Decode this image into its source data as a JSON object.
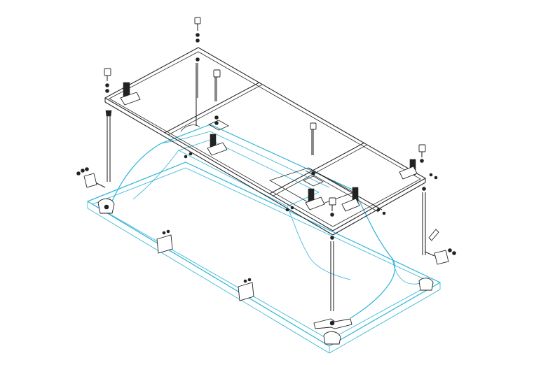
{
  "diagram": {
    "colors": {
      "frame": "#2a2a2a",
      "tub": "#2ab3d6",
      "background": "#ffffff"
    },
    "components": {
      "frame": "rectangular-support-frame",
      "tub": "bathtub-shell",
      "legs": "adjustable-support-legs",
      "brackets": "mounting-brackets",
      "bolts": "fixing-bolts",
      "clips": "wall-clips",
      "cross_foot": "center-cross-foot"
    }
  }
}
